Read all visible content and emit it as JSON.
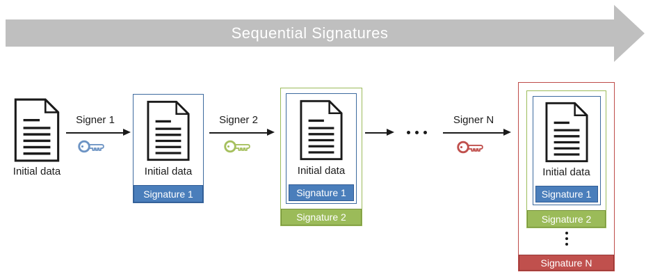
{
  "banner": {
    "title": "Sequential Signatures"
  },
  "signers": [
    {
      "label": "Signer 1",
      "key_color": "#6D94C4"
    },
    {
      "label": "Signer 2",
      "key_color": "#A6C05E"
    },
    {
      "label": "Signer N",
      "key_color": "#C0504D"
    }
  ],
  "stages": [
    {
      "doc_label": "Initial data",
      "signatures": []
    },
    {
      "doc_label": "Initial data",
      "signatures": [
        {
          "label": "Signature 1",
          "color": "#4A7EBB"
        }
      ]
    },
    {
      "doc_label": "Initial data",
      "signatures": [
        {
          "label": "Signature 1",
          "color": "#4A7EBB"
        },
        {
          "label": "Signature 2",
          "color": "#9BBB59"
        }
      ]
    },
    {
      "doc_label": "Initial data",
      "signatures": [
        {
          "label": "Signature 1",
          "color": "#4A7EBB"
        },
        {
          "label": "Signature 2",
          "color": "#9BBB59"
        },
        {
          "label": "Signature N",
          "color": "#C0504D"
        }
      ]
    }
  ],
  "icons": {
    "document": "document-icon",
    "key": "key-icon",
    "ellipsis_horizontal": "ellipsis-horizontal-icon",
    "ellipsis_vertical": "ellipsis-vertical-icon"
  },
  "colors": {
    "banner_fill": "#BFBFBF",
    "banner_text": "#FFFFFF",
    "blue_fill": "#4A7EBB",
    "blue_border": "#2F5B94",
    "blue_box_border": "#3C699E",
    "green_fill": "#9BBB59",
    "green_border": "#77933C",
    "red_fill": "#C0504D",
    "red_border": "#953735",
    "red_box_border": "#BE4B48",
    "arrow": "#1A1A1A"
  }
}
